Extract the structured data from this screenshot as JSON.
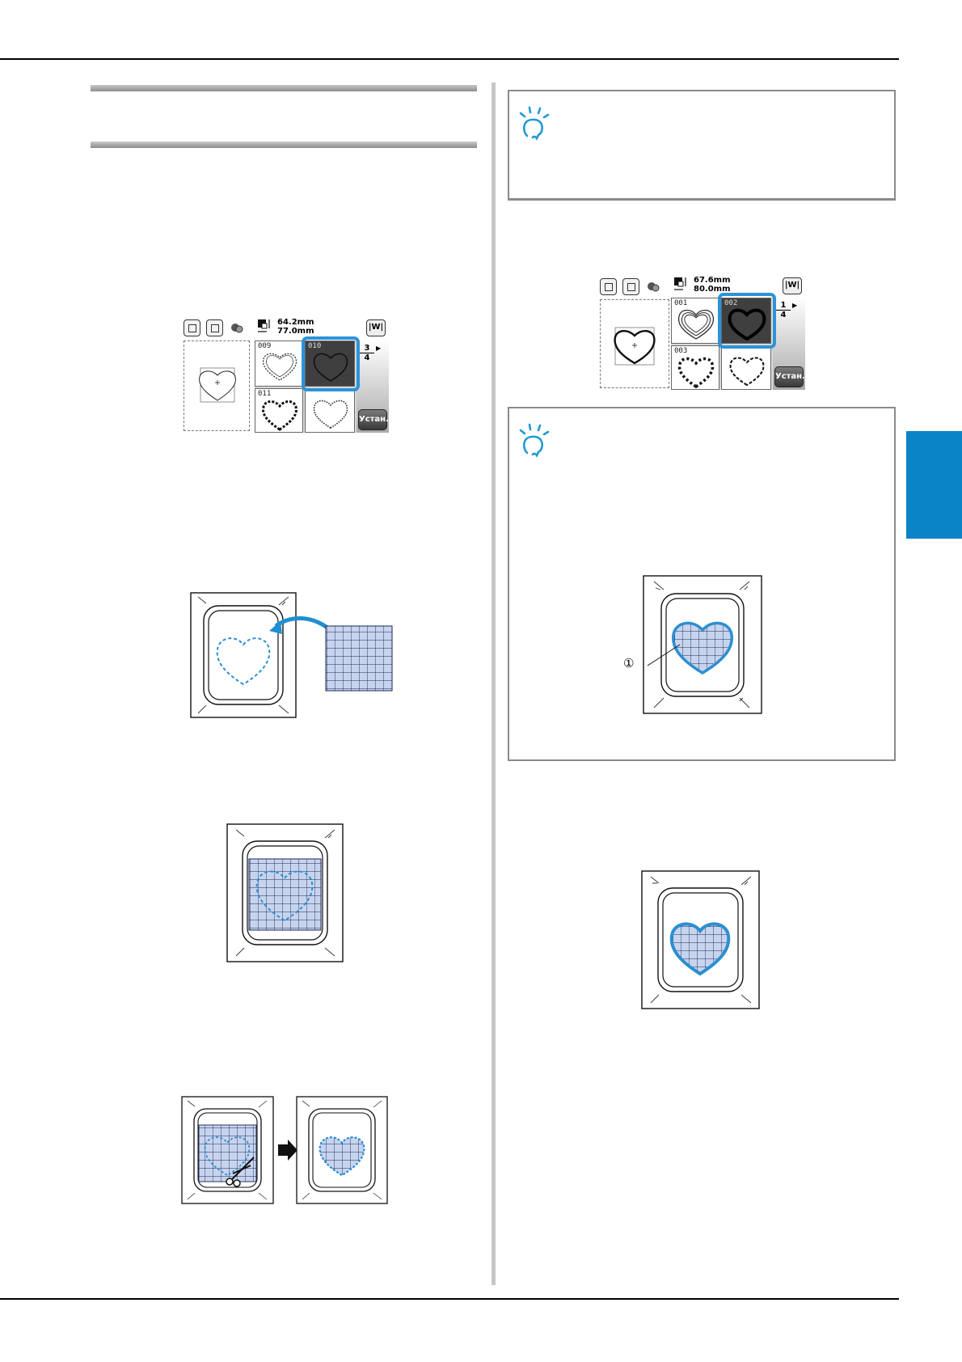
{
  "screen_left": {
    "size_w": "64.2mm",
    "size_h": "77.0mm",
    "page_num": "3",
    "page_den": "4",
    "set_label": "Устан.",
    "mode_icon_label": "|W|",
    "cells": [
      {
        "num": "009",
        "selected": false
      },
      {
        "num": "010",
        "selected": true
      },
      {
        "num": "011",
        "selected": false
      },
      {
        "num": "",
        "selected": false
      }
    ]
  },
  "screen_right": {
    "size_w": "67.6mm",
    "size_h": "80.0mm",
    "page_num": "1",
    "page_den": "4",
    "set_label": "Устан.",
    "mode_icon_label": "|W|",
    "cells": [
      {
        "num": "001",
        "selected": false
      },
      {
        "num": "002",
        "selected": true
      },
      {
        "num": "003",
        "selected": false
      },
      {
        "num": "",
        "selected": false
      }
    ]
  },
  "callout_label": "①",
  "colors": {
    "accent": "#0a84c6",
    "highlight": "#2c93d8",
    "stitch": "#2c8fd0",
    "fabric": "#c8d4ee"
  }
}
